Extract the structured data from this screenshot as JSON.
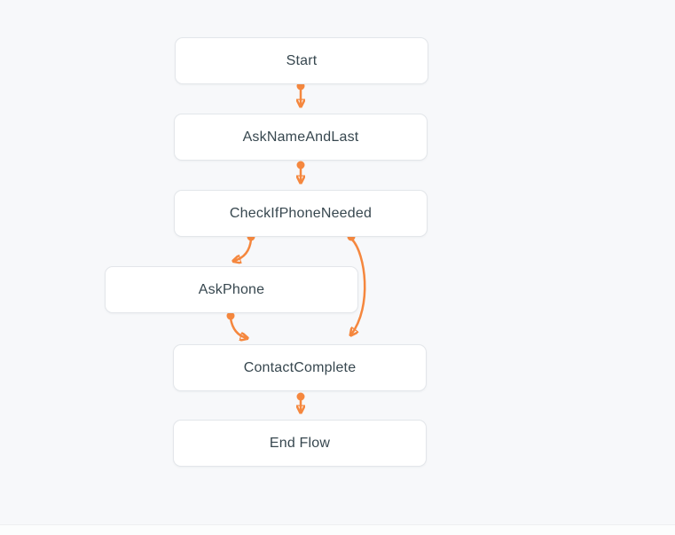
{
  "diagram": {
    "nodes": [
      {
        "id": "start",
        "label": "Start"
      },
      {
        "id": "ask-name-and-last",
        "label": "AskNameAndLast"
      },
      {
        "id": "check-if-phone-needed",
        "label": "CheckIfPhoneNeeded"
      },
      {
        "id": "ask-phone",
        "label": "AskPhone"
      },
      {
        "id": "contact-complete",
        "label": "ContactComplete"
      },
      {
        "id": "end-flow",
        "label": "End Flow"
      }
    ],
    "edges": [
      {
        "from": "Start",
        "to": "AskNameAndLast"
      },
      {
        "from": "AskNameAndLast",
        "to": "CheckIfPhoneNeeded"
      },
      {
        "from": "CheckIfPhoneNeeded",
        "to": "AskPhone"
      },
      {
        "from": "CheckIfPhoneNeeded",
        "to": "ContactComplete"
      },
      {
        "from": "AskPhone",
        "to": "ContactComplete"
      },
      {
        "from": "ContactComplete",
        "to": "End Flow"
      }
    ],
    "colors": {
      "edge": "#F5873E",
      "node_background": "#FFFFFF",
      "node_border": "#E3E6EA",
      "node_text": "#37474F",
      "canvas_background": "#F7F8FA"
    }
  }
}
